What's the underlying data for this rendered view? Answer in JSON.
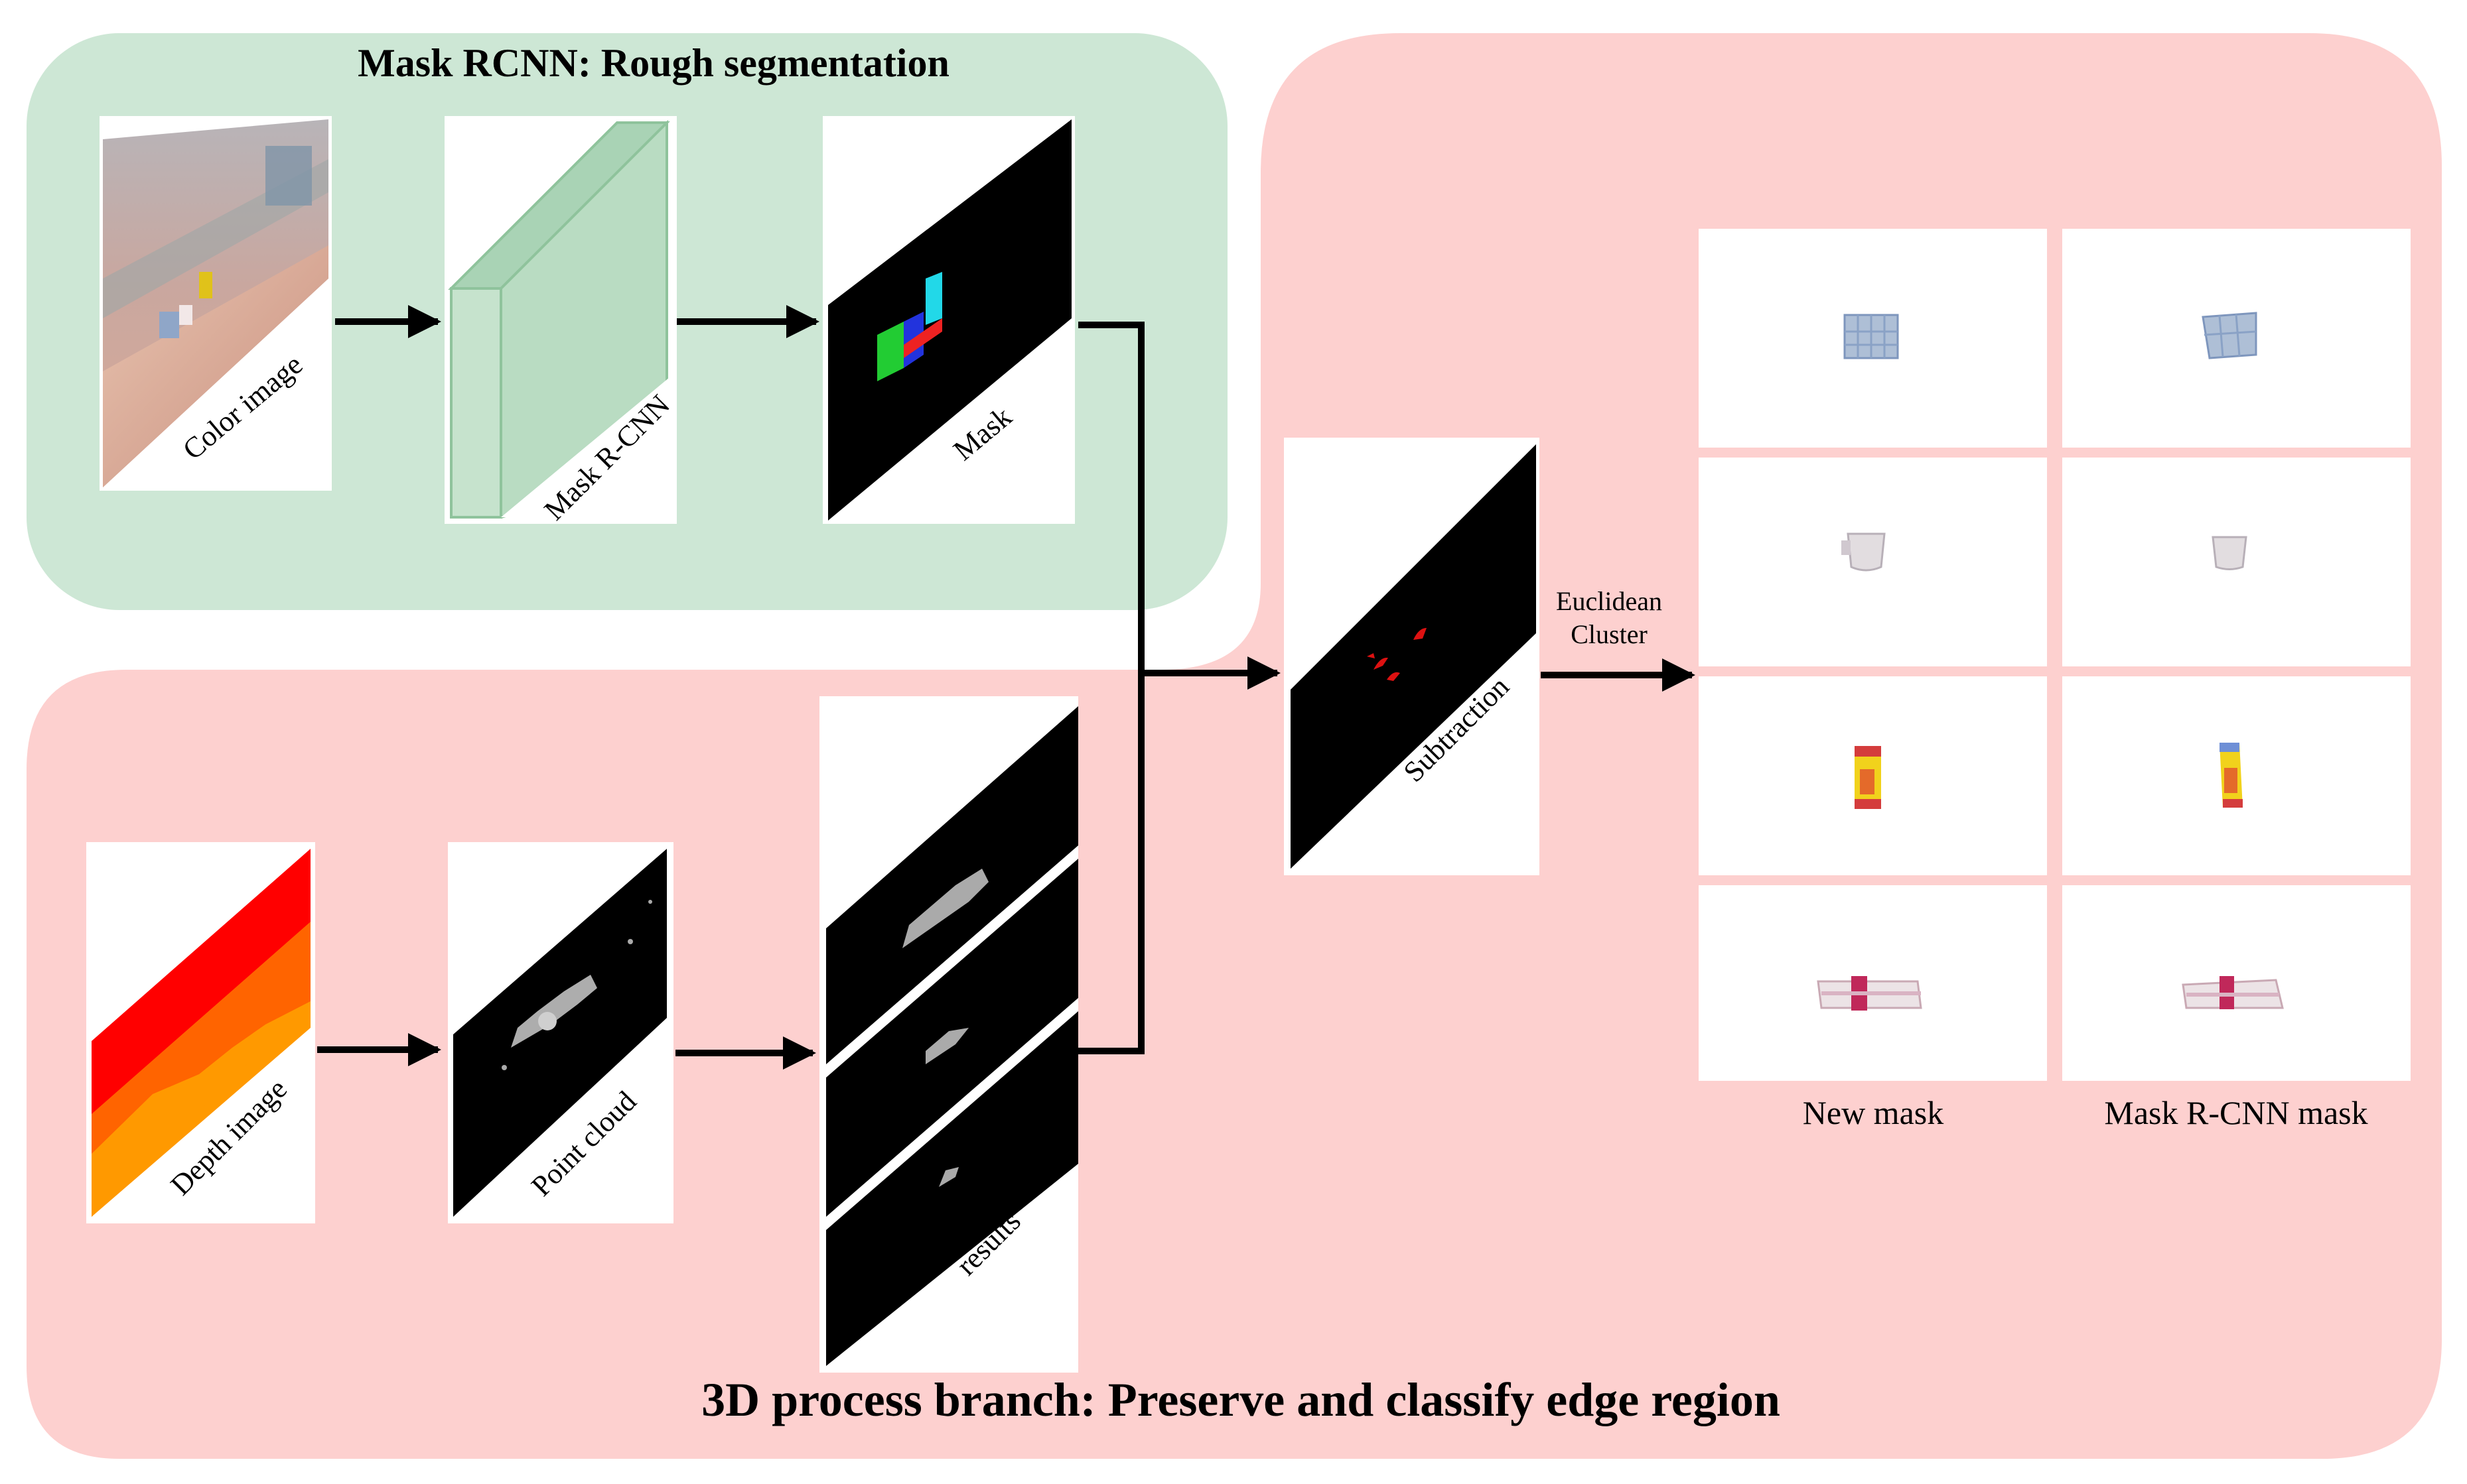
{
  "green_box": {
    "title": "Mask RCNN: Rough segmentation",
    "color": "#cde7d5"
  },
  "pink_box": {
    "title": "3D process branch: Preserve and classify edge region",
    "color": "#fdd0cf"
  },
  "panels": {
    "color_image": "Color image",
    "mask_rcnn": "Mask R-CNN",
    "mask": "Mask",
    "depth_image": "Depth image",
    "point_cloud": "Point cloud",
    "results": "results",
    "subtraction": "Subtraction"
  },
  "edge_label": {
    "line1": "Euclidean",
    "line2": "Cluster"
  },
  "columns": {
    "new_mask": "New mask",
    "mask_rcnn_mask": "Mask R-CNN mask"
  },
  "colors": {
    "mask_green": "#22cc33",
    "mask_blue": "#2233dd",
    "mask_red": "#ee2222",
    "mask_cyan": "#22d8e8",
    "depth_red": "#ff0000",
    "depth_orange": "#ff9900",
    "subtraction_red": "#dd1111"
  }
}
